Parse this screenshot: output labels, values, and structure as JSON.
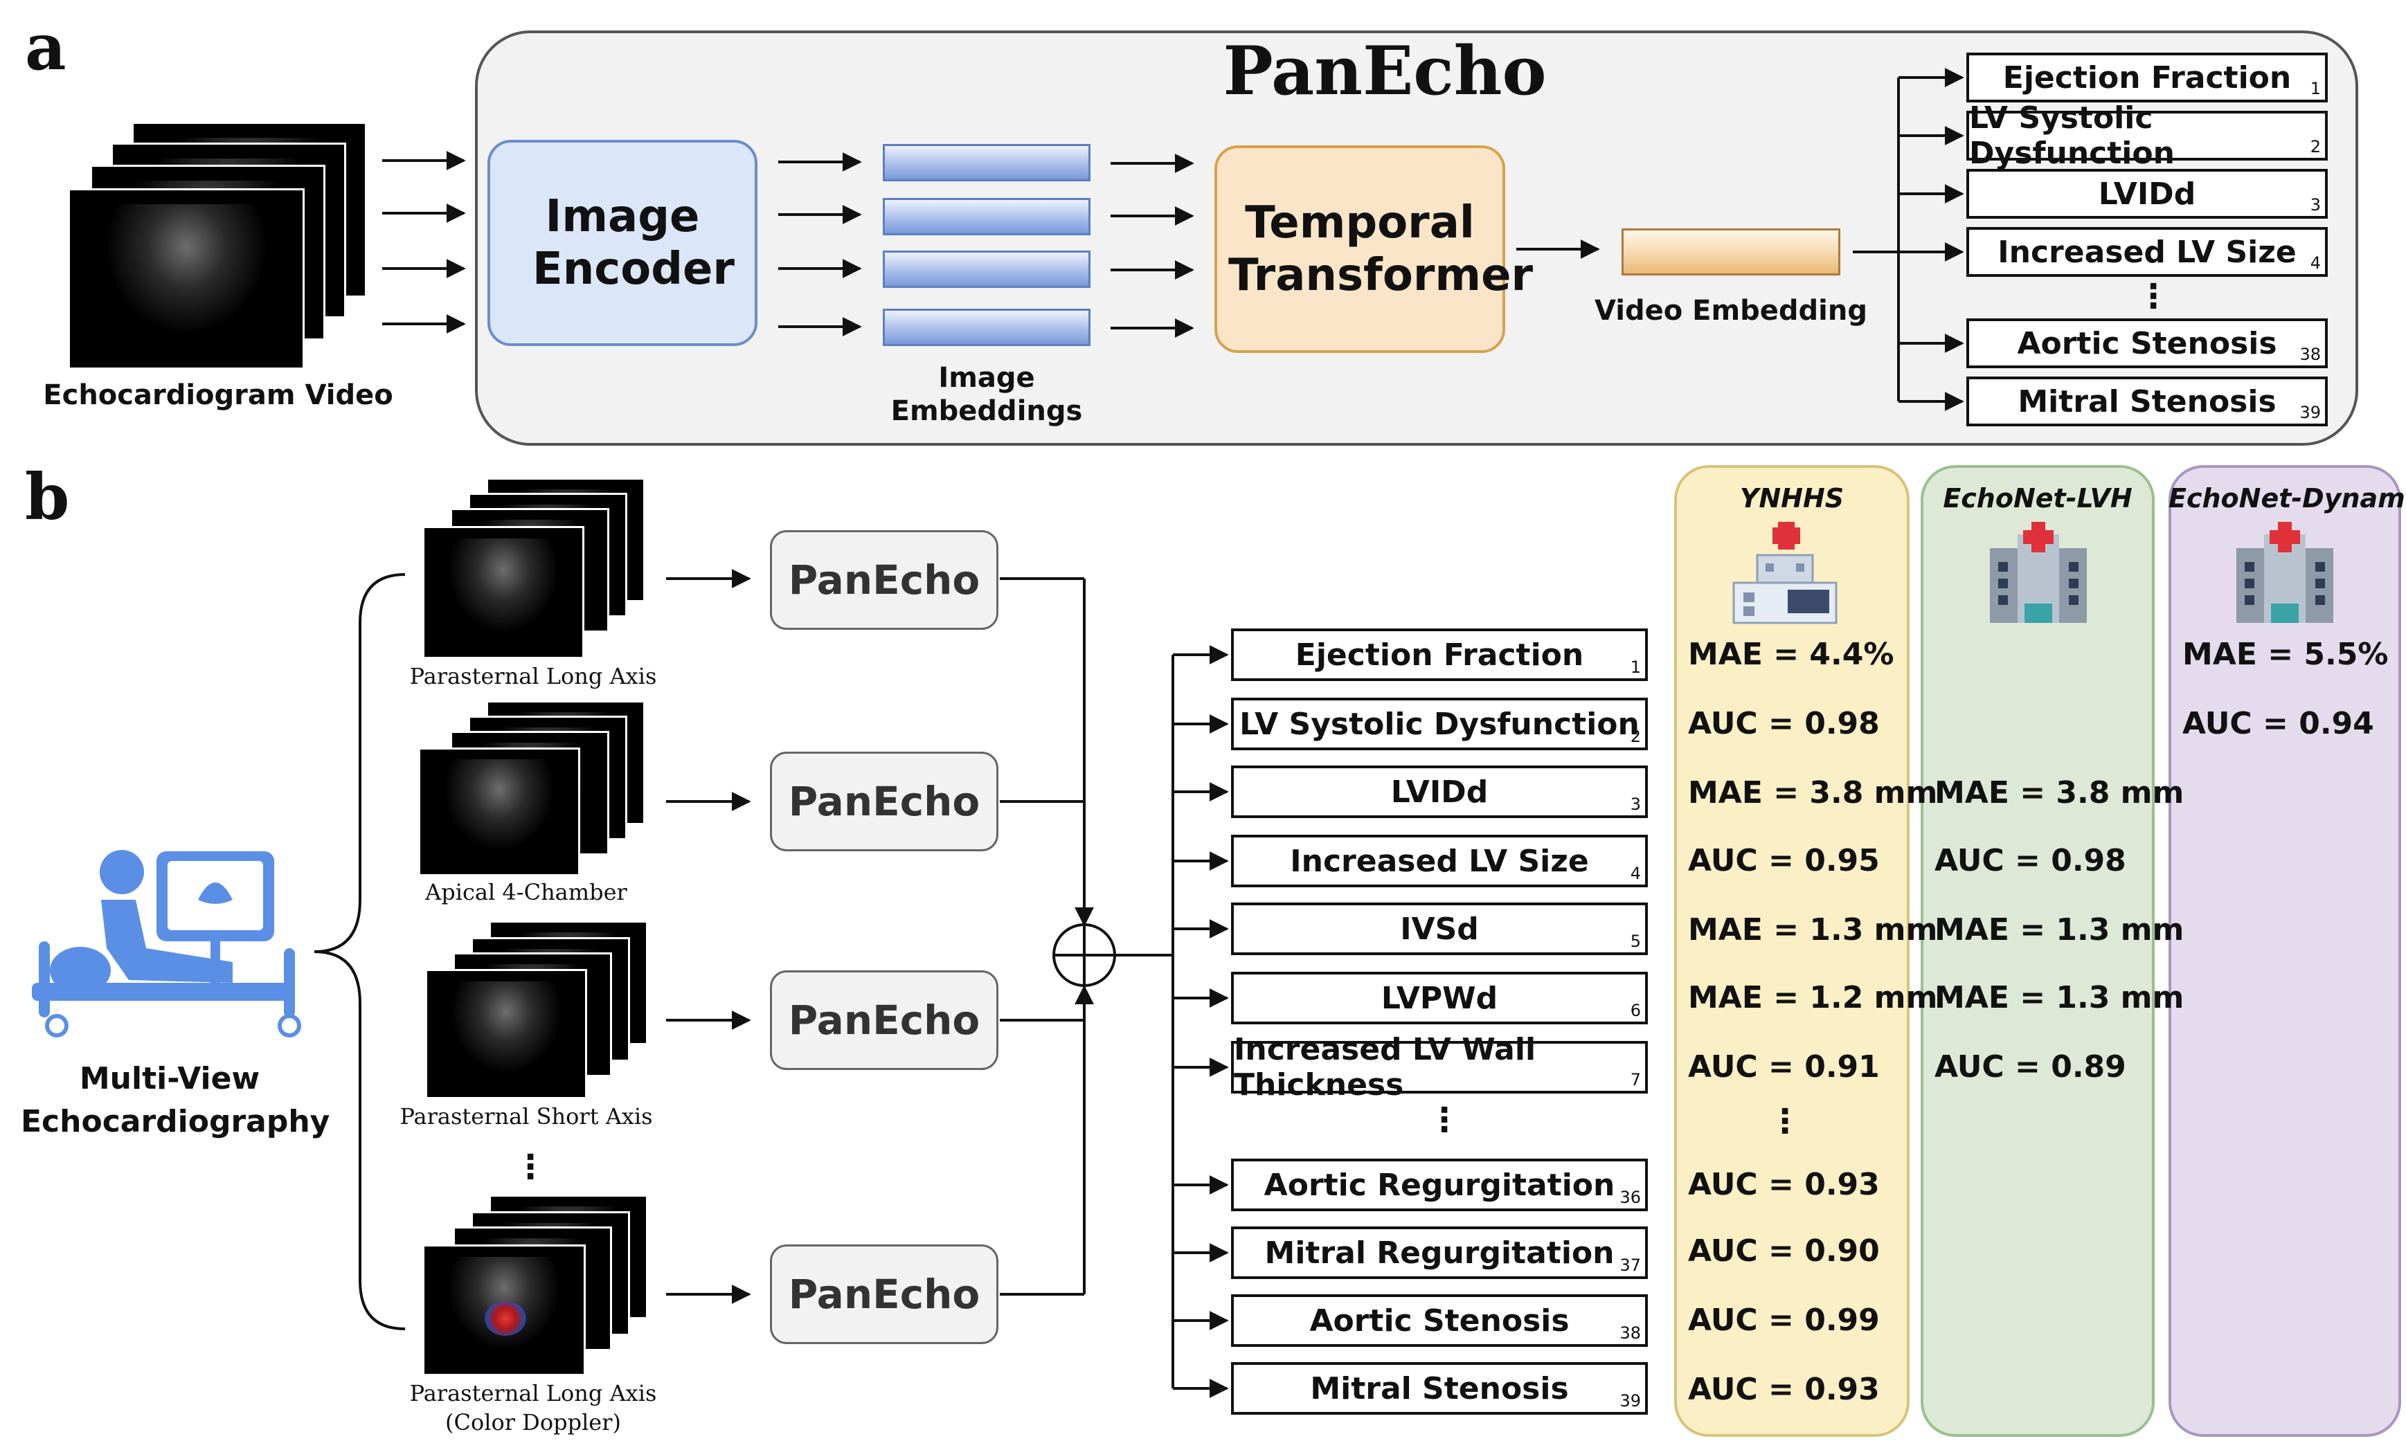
{
  "panel_a": {
    "letter": "a",
    "title": "PanEcho",
    "input_caption": "Echocardiogram Video",
    "encoder_label": "Image Encoder",
    "embeddings_caption": "Image Embeddings",
    "transformer_label": "Temporal Transformer",
    "video_embedding_caption": "Video Embedding",
    "tasks": [
      {
        "label": "Ejection Fraction",
        "num": "1"
      },
      {
        "label": "LV Systolic Dysfunction",
        "num": "2"
      },
      {
        "label": "LVIDd",
        "num": "3"
      },
      {
        "label": "Increased LV Size",
        "num": "4"
      },
      {
        "label": "Aortic Stenosis",
        "num": "38"
      },
      {
        "label": "Mitral Stenosis",
        "num": "39"
      }
    ],
    "ellipsis": "⋮"
  },
  "panel_b": {
    "letter": "b",
    "multi_view_label": "Multi-View Echocardiography",
    "views": [
      {
        "caption": "Parasternal Long Axis"
      },
      {
        "caption": "Apical 4-Chamber"
      },
      {
        "caption": "Parasternal Short Axis"
      },
      {
        "caption": "Parasternal Long Axis (Color Doppler)"
      }
    ],
    "model_label": "PanEcho",
    "ellipsis": "⋮",
    "tasks": [
      {
        "label": "Ejection Fraction",
        "num": "1"
      },
      {
        "label": "LV Systolic Dysfunction",
        "num": "2"
      },
      {
        "label": "LVIDd",
        "num": "3"
      },
      {
        "label": "Increased LV Size",
        "num": "4"
      },
      {
        "label": "IVSd",
        "num": "5"
      },
      {
        "label": "LVPWd",
        "num": "6"
      },
      {
        "label": "Increased LV Wall Thickness",
        "num": "7"
      },
      {
        "label": "Aortic Regurgitation",
        "num": "36"
      },
      {
        "label": "Mitral Regurgitation",
        "num": "37"
      },
      {
        "label": "Aortic Stenosis",
        "num": "38"
      },
      {
        "label": "Mitral Stenosis",
        "num": "39"
      }
    ],
    "datasets": [
      {
        "name": "YNHHS",
        "colors": {
          "fill": "#fbefc6",
          "border": "#d9c37a"
        },
        "metrics": [
          "MAE = 4.4%",
          "AUC = 0.98",
          "MAE = 3.8 mm",
          "AUC = 0.95",
          "MAE = 1.3 mm",
          "MAE = 1.2 mm",
          "AUC = 0.91",
          "AUC = 0.93",
          "AUC = 0.90",
          "AUC = 0.99",
          "AUC = 0.93"
        ]
      },
      {
        "name": "EchoNet-LVH",
        "colors": {
          "fill": "#dde9d6",
          "border": "#9cbf8e"
        },
        "metrics": [
          "",
          "",
          "MAE = 3.8 mm",
          "AUC = 0.98",
          "MAE = 1.3 mm",
          "MAE = 1.3 mm",
          "AUC = 0.89",
          "",
          "",
          "",
          ""
        ]
      },
      {
        "name": "EchoNet-Dynamic",
        "colors": {
          "fill": "#e4dcec",
          "border": "#a996c2"
        },
        "metrics": [
          "MAE = 5.5%",
          "AUC = 0.94",
          "",
          "",
          "",
          "",
          "",
          "",
          "",
          "",
          ""
        ]
      }
    ]
  },
  "icons": {
    "hospital": "hospital-icon",
    "patient": "patient-echo-icon",
    "sum": "circled-plus-icon"
  },
  "colors": {
    "encoder": "#dbe6f8",
    "transformer": "#fbe5c8",
    "panel_bg": "#f2f2f2",
    "patient_icon": "#5b8fe6"
  }
}
